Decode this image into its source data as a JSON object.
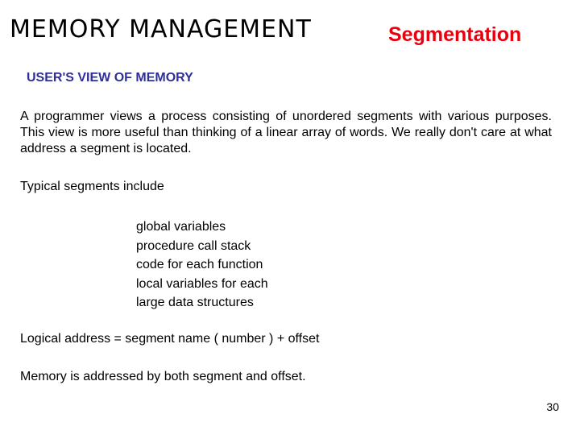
{
  "slide": {
    "title": "MEMORY MANAGEMENT",
    "subtitle": "Segmentation",
    "section_heading": "USER'S VIEW OF MEMORY",
    "paragraph": "A programmer views a process consisting of unordered segments with various purposes. This view is more useful than thinking of a linear array of words. We really don't care at what address a segment is located.",
    "typical_intro": "Typical segments include",
    "segments": [
      "global variables",
      "procedure call stack",
      "code for each function",
      "local variables for each",
      "large data structures"
    ],
    "logical_address": "Logical address = segment name ( number ) + offset",
    "memory_statement": "Memory is addressed by both segment and offset.",
    "page_number": "30"
  },
  "colors": {
    "subtitle": "#e8000e",
    "section_heading": "#2f2f99",
    "text": "#000000",
    "background": "#ffffff"
  }
}
